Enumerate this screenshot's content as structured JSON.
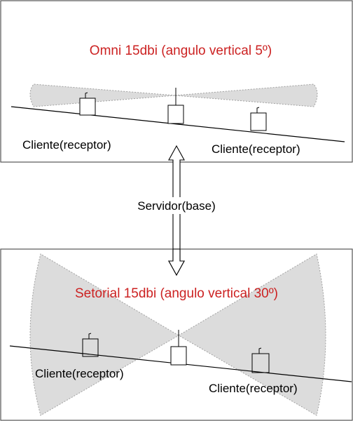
{
  "colors": {
    "title": "#cc2222",
    "beam_fill": "#dcdcdc",
    "beam_edge": "#a0a0a0",
    "line": "#000000",
    "panel_border": "#555555"
  },
  "top_panel": {
    "title": "Omni 15dbi (angulo vertical 5º)",
    "client_left": "Cliente(receptor)",
    "client_right": "Cliente(receptor)"
  },
  "middle": {
    "server_label": "Servidor(base)"
  },
  "bottom_panel": {
    "title": "Setorial 15dbi (angulo vertical 30º)",
    "client_left": "Cliente(receptor)",
    "client_right": "Cliente(receptor)"
  },
  "icons": [
    "client-device-icon",
    "server-antenna-icon",
    "double-arrow-icon"
  ]
}
